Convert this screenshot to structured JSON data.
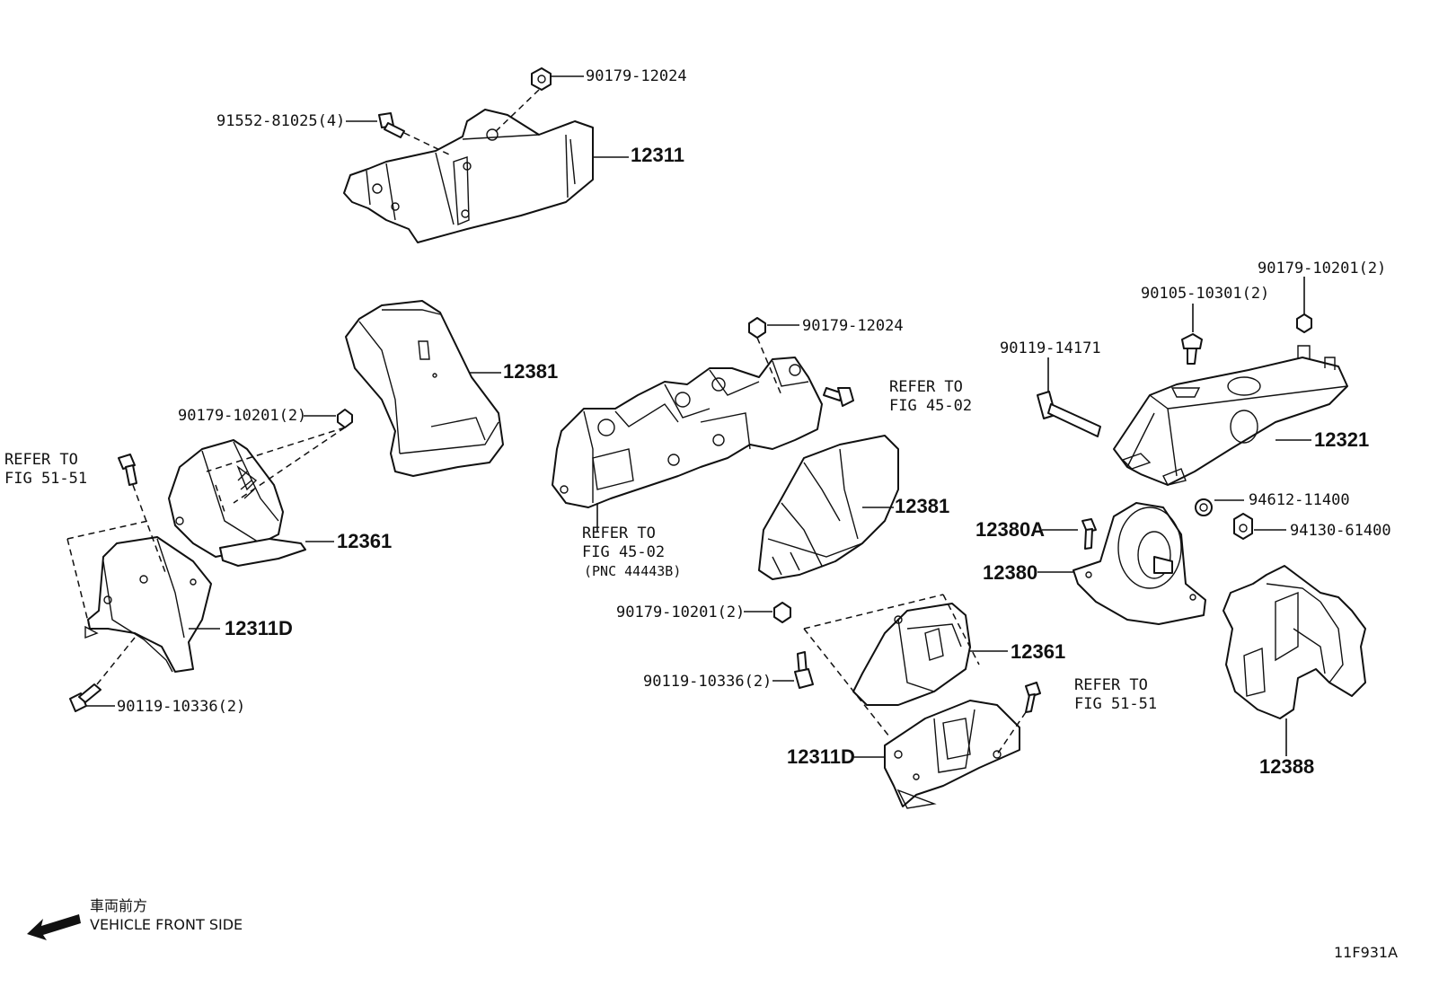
{
  "diagram": {
    "callouts": [
      {
        "id": "c1",
        "text": "90179-12024"
      },
      {
        "id": "c2",
        "text": "91552-81025(4)"
      },
      {
        "id": "c3",
        "text": "12311"
      },
      {
        "id": "c4",
        "text": "12381"
      },
      {
        "id": "c5",
        "text": "90179-10201(2)"
      },
      {
        "id": "c6",
        "text": "12361"
      },
      {
        "id": "c7",
        "text": "12311D"
      },
      {
        "id": "c8",
        "text": "90119-10336(2)"
      },
      {
        "id": "c9",
        "text": "90179-12024"
      },
      {
        "id": "c10",
        "text": "REFER TO"
      },
      {
        "id": "c11",
        "text": "FIG 45-02"
      },
      {
        "id": "c12",
        "text": "REFER TO"
      },
      {
        "id": "c13",
        "text": "FIG 45-02"
      },
      {
        "id": "c14",
        "text": "(PNC 44443B)"
      },
      {
        "id": "c15",
        "text": "12381"
      },
      {
        "id": "c16",
        "text": "90179-10201(2)"
      },
      {
        "id": "c17",
        "text": "90119-10336(2)"
      },
      {
        "id": "c18",
        "text": "12361"
      },
      {
        "id": "c19",
        "text": "REFER TO"
      },
      {
        "id": "c20",
        "text": "FIG 51-51"
      },
      {
        "id": "c21",
        "text": "12311D"
      },
      {
        "id": "c22",
        "text": "90179-10201(2)"
      },
      {
        "id": "c23",
        "text": "90105-10301(2)"
      },
      {
        "id": "c24",
        "text": "90119-14171"
      },
      {
        "id": "c25",
        "text": "12321"
      },
      {
        "id": "c26",
        "text": "94612-11400"
      },
      {
        "id": "c27",
        "text": "12380A"
      },
      {
        "id": "c28",
        "text": "94130-61400"
      },
      {
        "id": "c29",
        "text": "12380"
      },
      {
        "id": "c30",
        "text": "12388"
      },
      {
        "id": "c31",
        "text": "REFER TO"
      },
      {
        "id": "c32",
        "text": "FIG 51-51"
      }
    ],
    "vehicle_front_jp": "車両前方",
    "vehicle_front_en": "VEHICLE FRONT SIDE",
    "figure_code": "11F931A"
  }
}
